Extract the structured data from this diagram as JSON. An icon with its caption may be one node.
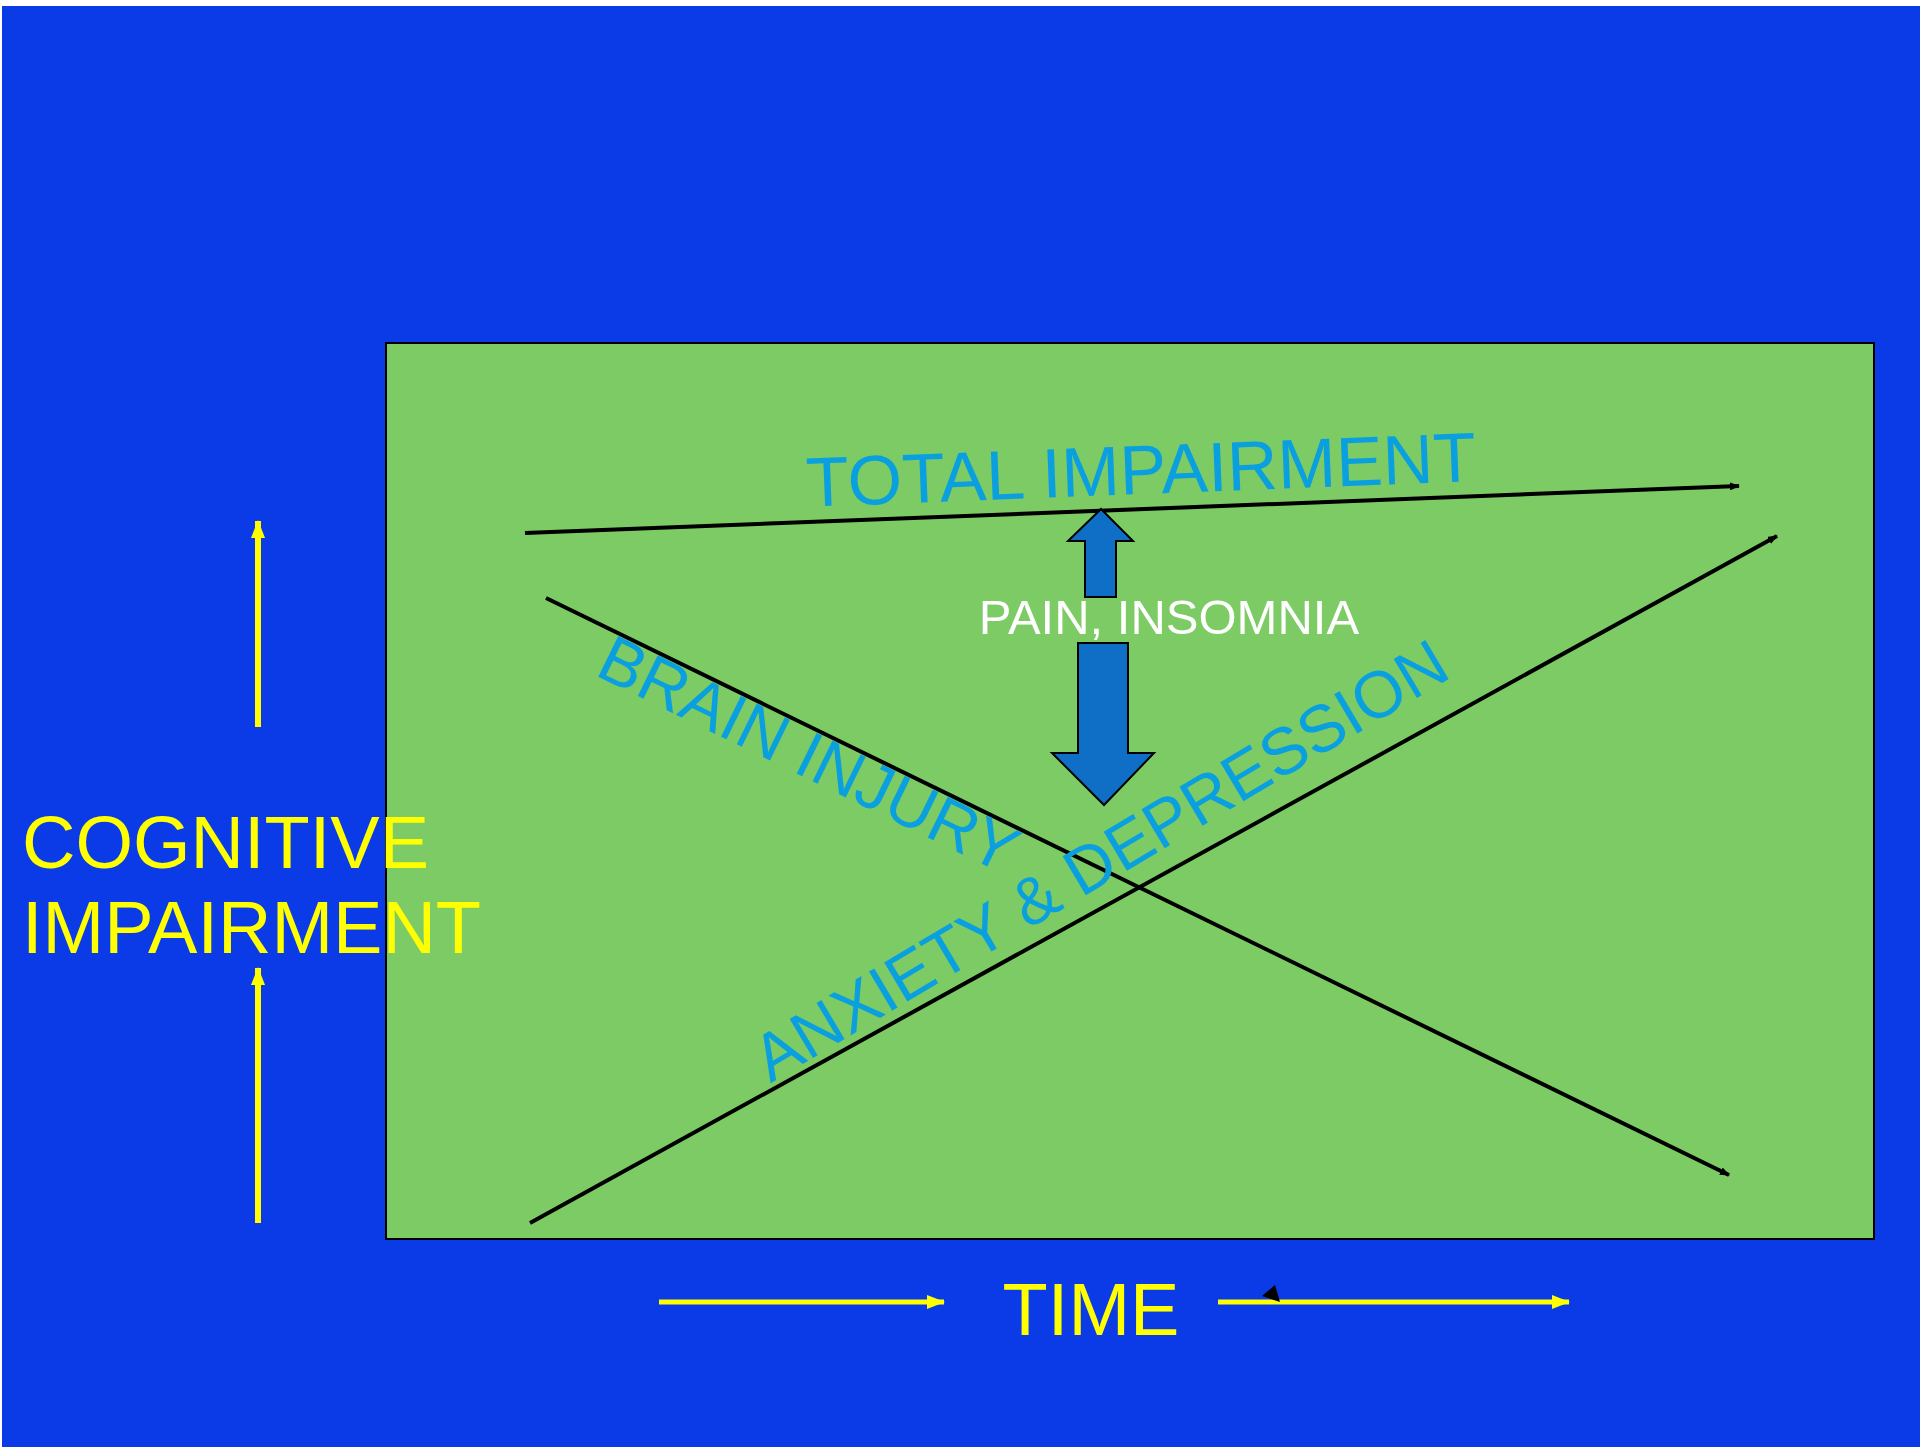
{
  "diagram": {
    "labels": [
      "TOTAL IMPAIRMENT",
      "PAIN, INSOMNIA",
      "BRAIN INJURY",
      "ANXIETY & DEPRESSION",
      "COGNITIVE IMPAIRMENT",
      "TIME"
    ]
  }
}
